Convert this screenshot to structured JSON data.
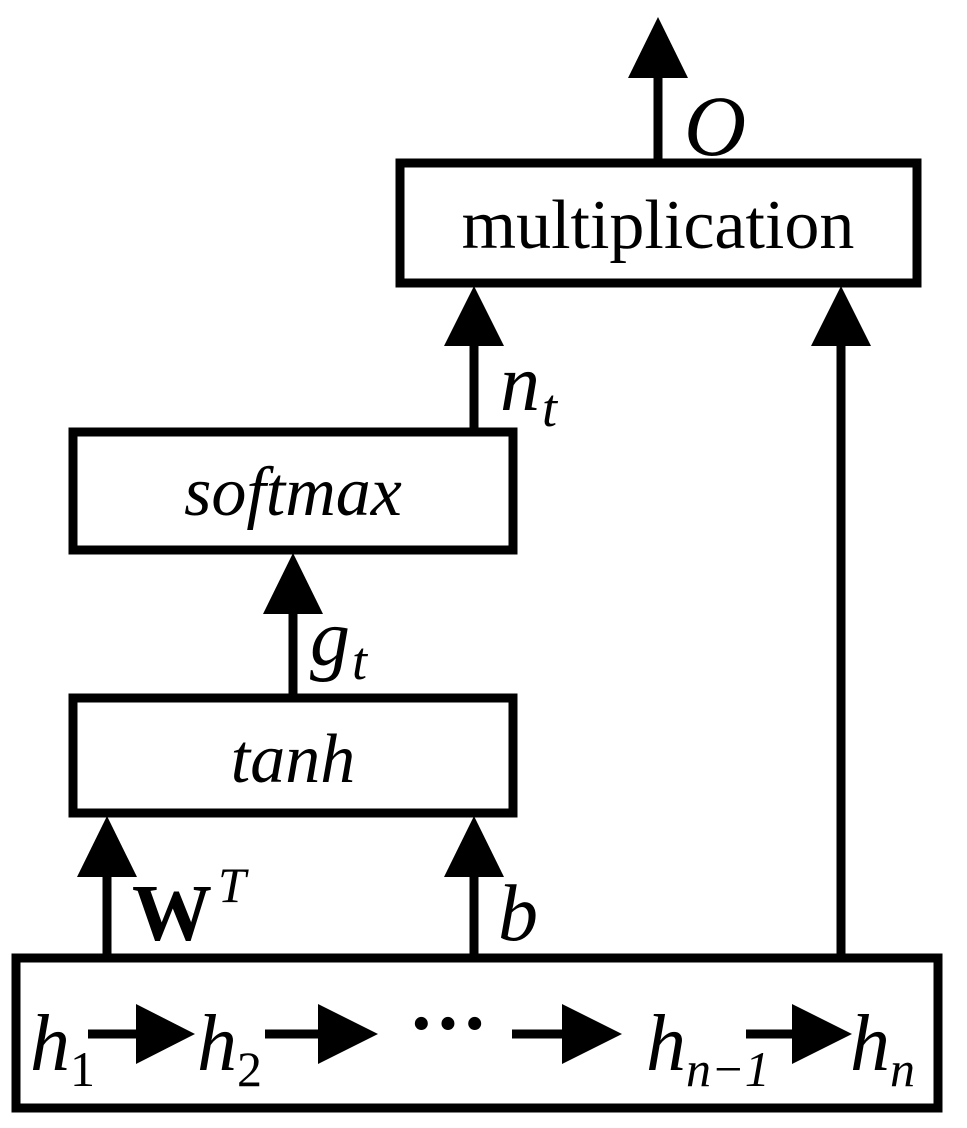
{
  "boxes": {
    "multiplication": "multiplication",
    "softmax": "softmax",
    "tanh": "tanh"
  },
  "labels": {
    "output": "O",
    "n_main": "n",
    "n_sub": "t",
    "g_main": "g",
    "g_sub": "t",
    "w_main": "W",
    "w_sup": "T",
    "b": "b"
  },
  "hidden_states": {
    "h1_main": "h",
    "h1_sub": "1",
    "h2_main": "h",
    "h2_sub": "2",
    "ellipsis": "···",
    "hn1_main": "h",
    "hn1_sub": "n−1",
    "hn_main": "h",
    "hn_sub": "n"
  }
}
